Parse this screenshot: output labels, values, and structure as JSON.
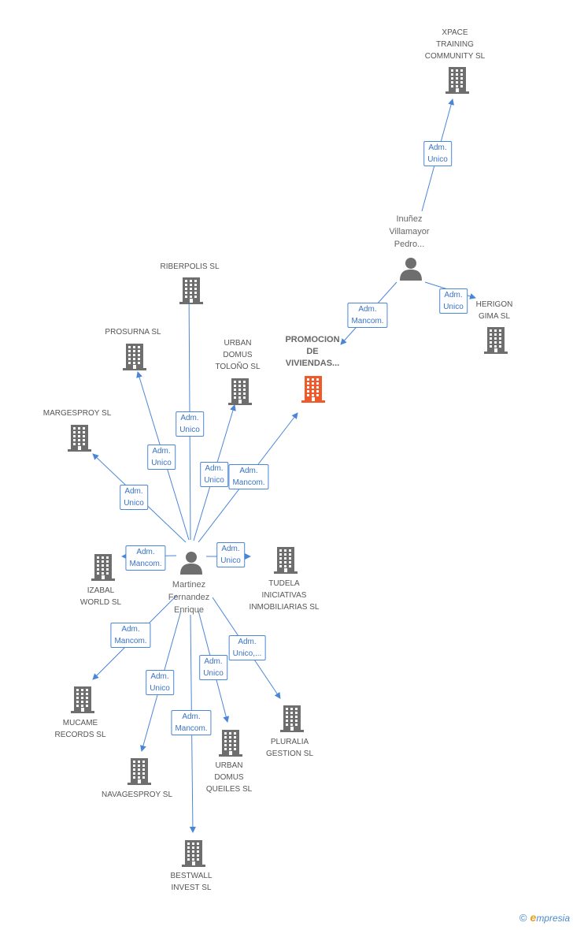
{
  "colors": {
    "edge": "#4a86d8",
    "building": "#6e6e6e",
    "focus": "#f05a2a",
    "person": "#6e6e6e"
  },
  "nodes": [
    {
      "id": "xpace",
      "type": "company",
      "label": [
        "XPACE",
        "TRAINING",
        "COMMUNITY  SL"
      ]
    },
    {
      "id": "inunez",
      "type": "person",
      "label": [
        "Inuñez",
        "Villamayor",
        "Pedro..."
      ]
    },
    {
      "id": "herigon",
      "type": "company",
      "label": [
        "HERIGON",
        "GIMA SL"
      ]
    },
    {
      "id": "promocion",
      "type": "focus",
      "label": [
        "PROMOCION",
        "DE",
        "VIVIENDAS..."
      ]
    },
    {
      "id": "riberpolis",
      "type": "company",
      "label": [
        "RIBERPOLIS SL"
      ]
    },
    {
      "id": "prosurna",
      "type": "company",
      "label": [
        "PROSURNA SL"
      ]
    },
    {
      "id": "urban_tolono",
      "type": "company",
      "label": [
        "URBAN",
        "DOMUS",
        "TOLOÑO SL"
      ]
    },
    {
      "id": "margesproy",
      "type": "company",
      "label": [
        "MARGESPROY SL"
      ]
    },
    {
      "id": "martinez",
      "type": "person",
      "label": [
        "Martinez",
        "Fernandez",
        "Enrique"
      ]
    },
    {
      "id": "izabal",
      "type": "company",
      "label": [
        "IZABAL",
        "WORLD SL"
      ]
    },
    {
      "id": "tudela",
      "type": "company",
      "label": [
        "TUDELA",
        "INICIATIVAS",
        "INMOBILIARIAS SL"
      ]
    },
    {
      "id": "mucame",
      "type": "company",
      "label": [
        "MUCAME",
        "RECORDS SL"
      ]
    },
    {
      "id": "navagesproy",
      "type": "company",
      "label": [
        "NAVAGESPROY SL"
      ]
    },
    {
      "id": "urban_queiles",
      "type": "company",
      "label": [
        "URBAN",
        "DOMUS",
        "QUEILES SL"
      ]
    },
    {
      "id": "pluralia",
      "type": "company",
      "label": [
        "PLURALIA",
        "GESTION SL"
      ]
    },
    {
      "id": "bestwall",
      "type": "company",
      "label": [
        "BESTWALL",
        "INVEST SL"
      ]
    }
  ],
  "edges": [
    {
      "from": "inunez",
      "to": "xpace",
      "label": [
        "Adm.",
        "Unico"
      ]
    },
    {
      "from": "inunez",
      "to": "herigon",
      "label": [
        "Adm.",
        "Unico"
      ]
    },
    {
      "from": "inunez",
      "to": "promocion",
      "label": [
        "Adm.",
        "Mancom."
      ]
    },
    {
      "from": "martinez",
      "to": "riberpolis",
      "label": [
        "Adm.",
        "Unico"
      ]
    },
    {
      "from": "martinez",
      "to": "prosurna",
      "label": [
        "Adm.",
        "Unico"
      ]
    },
    {
      "from": "martinez",
      "to": "margesproy",
      "label": [
        "Adm.",
        "Unico"
      ]
    },
    {
      "from": "martinez",
      "to": "urban_tolono",
      "label": [
        "Adm.",
        "Unico"
      ]
    },
    {
      "from": "martinez",
      "to": "promocion",
      "label": [
        "Adm.",
        "Mancom."
      ]
    },
    {
      "from": "martinez",
      "to": "izabal",
      "label": [
        "Adm.",
        "Mancom."
      ]
    },
    {
      "from": "martinez",
      "to": "tudela",
      "label": [
        "Adm.",
        "Unico"
      ]
    },
    {
      "from": "martinez",
      "to": "mucame",
      "label": [
        "Adm.",
        "Mancom."
      ]
    },
    {
      "from": "martinez",
      "to": "navagesproy",
      "label": [
        "Adm.",
        "Unico"
      ]
    },
    {
      "from": "martinez",
      "to": "urban_queiles",
      "label": [
        "Adm.",
        "Unico"
      ]
    },
    {
      "from": "martinez",
      "to": "pluralia",
      "label": [
        "Adm.",
        "Unico,..."
      ]
    },
    {
      "from": "martinez",
      "to": "bestwall",
      "label": [
        "Adm.",
        "Mancom."
      ]
    }
  ],
  "watermark": {
    "copyright": "©",
    "brand_initial": "e",
    "brand_rest": "mpresia"
  }
}
